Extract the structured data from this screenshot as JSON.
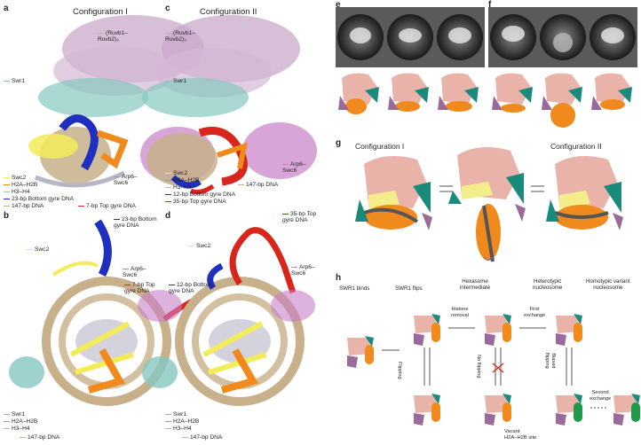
{
  "panels": {
    "a": {
      "letter": "a",
      "title": "Configuration I",
      "labels": {
        "ruvb": "(Ruvb1–\nRuvb2)₃",
        "swr1": "Swr1",
        "swc2": "Swc2",
        "h2ah2b": "H2A–H2B",
        "h3h4": "H3–H4",
        "bottom": "23-bp Bottom gyre DNA",
        "dna147": "147-bp DNA",
        "arp6": "Arp6–\nSwc6",
        "top": "7-bp Top gyre DNA"
      }
    },
    "b": {
      "letter": "b",
      "labels": {
        "swc2": "Swc2",
        "bottom": "23-bp Bottom\ngyre DNA",
        "arp6": "Arp6–\nSwc6",
        "top": "7-bp Top\ngyre DNA",
        "swr1": "Swr1",
        "h2ah2b": "H2A–H2B",
        "h3h4": "H3–H4",
        "dna147": "147-bp DNA"
      }
    },
    "c": {
      "letter": "c",
      "title": "Configuration II",
      "labels": {
        "ruvb": "(Ruvb1–\nRuvb2)₃",
        "swr1": "Swr1",
        "swc2": "Swc2",
        "h2ah2b": "H2A–H2B",
        "h3h4": "H3–H4",
        "bottom": "12-bp Bottom gyre DNA",
        "top": "35-bp Top gyre DNA",
        "arp6": "Arp6–\nSwc6",
        "dna147": "147-bp DNA"
      }
    },
    "d": {
      "letter": "d",
      "labels": {
        "swc2": "Swc2",
        "top": "35-bp Top\ngyre DNA",
        "bottom": "12-bp Bottom\ngyre DNA",
        "arp6": "Arp6–\nSwc6",
        "swr1": "Swr1",
        "h2ah2b": "H2A–H2B",
        "h3h4": "H3–H4",
        "dna147": "147-bp DNA"
      }
    },
    "e": {
      "letter": "e"
    },
    "f": {
      "letter": "f"
    },
    "g": {
      "letter": "g",
      "config1": "Configuration I",
      "config2": "Configuration II"
    },
    "h": {
      "letter": "h",
      "steps": {
        "binds": "SWR1 binds",
        "flips": "SWR1 flips",
        "hexasome": "Hexasome\nintermediate",
        "heterotypic": "Heterotypic\nnucleosome",
        "homotypic": "Homotypic variant\nnucleosome"
      },
      "arrows": {
        "histone_removal": "Histone\nremoval",
        "first_exchange": "First\nexchange",
        "flipping": "Flipping",
        "no_flipping": "No flipping",
        "biased_flipping": "Biased\nflipping",
        "second_exchange": "Second\nexchange"
      },
      "vacant": "Vacant\nH2A–H2B site"
    }
  },
  "colors": {
    "ruvb": "#c9aac9",
    "swr1": "#86c7c0",
    "swc2": "#f2ec5a",
    "h2ah2b": "#f08a1c",
    "h3h4": "#b7b6c6",
    "bottom": "#1f2fbf",
    "top": "#d9261c",
    "dna147": "#c7b08a",
    "arp6": "#c87fc8",
    "blob_pink": "#eab3a9",
    "blob_teal": "#1a8a7c",
    "blob_purple": "#9a6a9a",
    "blob_yellow": "#f3ee8a",
    "green": "#1e9a4a"
  }
}
